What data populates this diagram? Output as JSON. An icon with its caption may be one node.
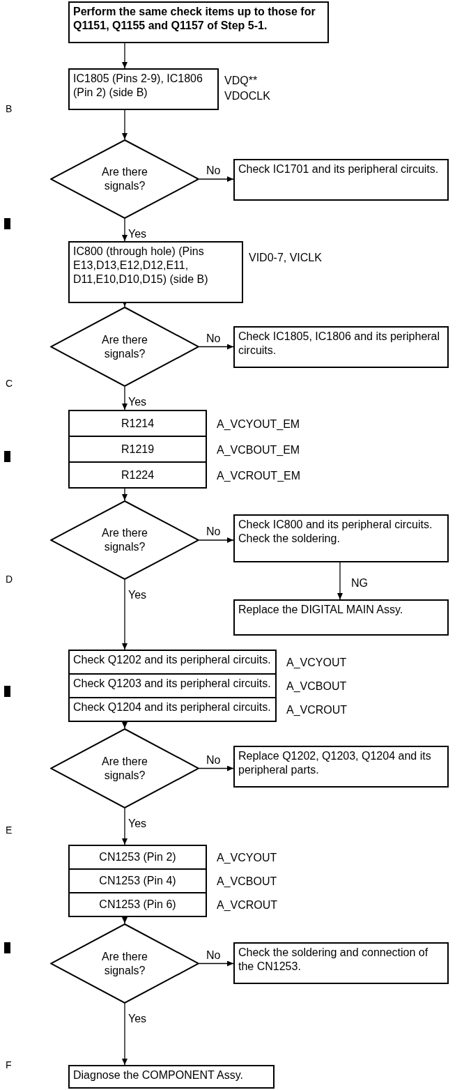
{
  "diagram": {
    "nodes": [
      {
        "text": [
          "Perform the same check items up to those for Q1151, Q1155 and Q1157 of Step 5-1."
        ]
      },
      {
        "text": [
          "IC1805 (Pins 2-9), IC1806 (Pin 2) (side B)"
        ],
        "beside": [
          "VDQ**",
          "VDOCLK"
        ]
      },
      {
        "text": [
          "Are there signals?"
        ]
      },
      {
        "text": [
          "Check IC1701 and its peripheral circuits."
        ]
      },
      {
        "text": [
          "IC800 (through hole) (Pins E13,D13,E12,D12,E11, D11,E10,D10,D15) (side B)"
        ],
        "beside": [
          "VID0-7, VICLK"
        ]
      },
      {
        "text": [
          "Are there signals?"
        ]
      },
      {
        "text": [
          "Check IC1805, IC1806 and its peripheral circuits."
        ]
      },
      {
        "text": [
          "R1214"
        ],
        "beside": [
          "A_VCYOUT_EM"
        ]
      },
      {
        "text": [
          "R1219"
        ],
        "beside": [
          "A_VCBOUT_EM"
        ]
      },
      {
        "text": [
          "R1224"
        ],
        "beside": [
          "A_VCROUT_EM"
        ]
      },
      {
        "text": [
          "Are there signals?"
        ]
      },
      {
        "text": [
          "Check IC800 and its peripheral circuits. Check the soldering."
        ]
      },
      {
        "text": [
          "Replace the DIGITAL MAIN Assy."
        ]
      },
      {
        "text": [
          "Check Q1202 and its peripheral circuits."
        ],
        "beside": [
          "A_VCYOUT"
        ]
      },
      {
        "text": [
          "Check Q1203 and its peripheral circuits."
        ],
        "beside": [
          "A_VCBOUT"
        ]
      },
      {
        "text": [
          "Check Q1204 and its peripheral circuits."
        ],
        "beside": [
          "A_VCROUT"
        ]
      },
      {
        "text": [
          "Are there signals?"
        ]
      },
      {
        "text": [
          "Replace Q1202, Q1203, Q1204 and its peripheral parts."
        ]
      },
      {
        "text": [
          "CN1253 (Pin 2)"
        ],
        "beside": [
          "A_VCYOUT"
        ]
      },
      {
        "text": [
          "CN1253 (Pin 4)"
        ],
        "beside": [
          "A_VCBOUT"
        ]
      },
      {
        "text": [
          "CN1253 (Pin 6)"
        ],
        "beside": [
          "A_VCROUT"
        ]
      },
      {
        "text": [
          "Are there signals?"
        ]
      },
      {
        "text": [
          "Check the soldering and connection of the CN1253."
        ]
      },
      {
        "text": [
          "Diagnose the COMPONENT Assy."
        ]
      }
    ],
    "edges": [
      {
        "from": 0,
        "to": 1,
        "arrow": "to"
      },
      {
        "from": 1,
        "to": 2,
        "arrow": "to"
      },
      {
        "from": 2,
        "to": 3,
        "label": "No",
        "arrow": "to"
      },
      {
        "from": 2,
        "to": 4,
        "label": "Yes",
        "arrow": "to"
      },
      {
        "from": 4,
        "to": 5,
        "arrow": "to"
      },
      {
        "from": 5,
        "to": 6,
        "label": "No",
        "arrow": "to"
      },
      {
        "from": 5,
        "to": 7,
        "label": "Yes",
        "arrow": "to"
      },
      {
        "from": 9,
        "to": 10,
        "arrow": "to"
      },
      {
        "from": 10,
        "to": 11,
        "label": "No",
        "arrow": "to"
      },
      {
        "from": 11,
        "to": 12,
        "label": "NG",
        "arrow": "to"
      },
      {
        "from": 10,
        "to": 13,
        "label": "Yes",
        "arrow": "to"
      },
      {
        "from": 15,
        "to": 16,
        "arrow": "to"
      },
      {
        "from": 16,
        "to": 17,
        "label": "No",
        "arrow": "to"
      },
      {
        "from": 16,
        "to": 18,
        "label": "Yes",
        "arrow": "to"
      },
      {
        "from": 20,
        "to": 21,
        "arrow": "to"
      },
      {
        "from": 21,
        "to": 22,
        "label": "No",
        "arrow": "to"
      },
      {
        "from": 21,
        "to": 23,
        "label": "Yes",
        "arrow": "to"
      }
    ],
    "labels": [
      "B",
      "C",
      "D",
      "E",
      "F"
    ]
  }
}
